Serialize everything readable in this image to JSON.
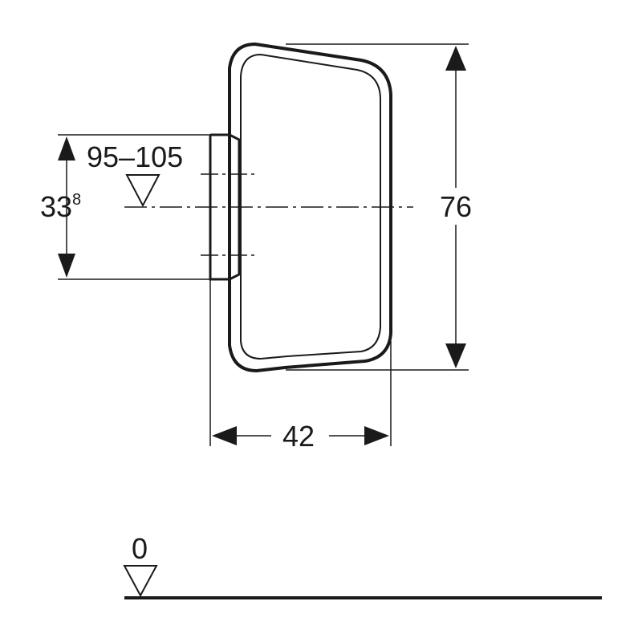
{
  "dimensions": {
    "height": {
      "label": "76"
    },
    "depth": {
      "label": "42"
    },
    "outlet_height": {
      "value": "33",
      "superscript": "8"
    },
    "rim_height": {
      "label": "95–105"
    },
    "floor_level": {
      "label": "0"
    }
  },
  "colors": {
    "line": "#1a1a1a",
    "background": "#ffffff"
  }
}
